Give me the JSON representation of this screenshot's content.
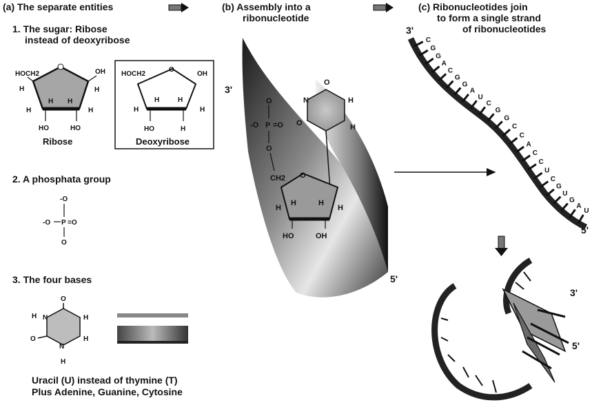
{
  "panels": {
    "a": {
      "heading": "(a) The separate entities"
    },
    "b": {
      "heading_line1": "(b) Assembly into a",
      "heading_line2": "ribonucleotide"
    },
    "c": {
      "heading_line1": "(c) Ribonucleotides join",
      "heading_line2": "to form a single strand",
      "heading_line3": "of ribonucleotides"
    }
  },
  "sections": {
    "sugar": {
      "title_line1": "1. The sugar: Ribose",
      "title_line2": "instead of deoxyribose",
      "ribose_caption": "Ribose",
      "deoxyribose_caption": "Deoxyribose"
    },
    "phosphate": {
      "title": "2. A phosphata group"
    },
    "bases": {
      "title": "3. The four bases",
      "caption_line1": "Uracil (U) instead of thymine (T)",
      "caption_line2": "Plus Adenine, Guanine, Cytosine"
    }
  },
  "ends": {
    "b_top": "3'",
    "b_bottom": "5'",
    "c_top": "3'",
    "c_bottom": "5'",
    "helix_top": "3'",
    "helix_bottom": "5'"
  },
  "atoms": {
    "hoch2": "HOCH2",
    "oh": "OH",
    "ho": "HO",
    "h": "H",
    "o": "O",
    "n": "N",
    "p": "P",
    "ch2": "CH2",
    "minus_o": "-O",
    "equals_o": "=O",
    "o_minus": "O-"
  },
  "strand_sequence": [
    "C",
    "G",
    "G",
    "A",
    "C",
    "G",
    "G",
    "A",
    "U",
    "C",
    "G",
    "G",
    "C",
    "C",
    "A",
    "C",
    "C",
    "U",
    "C",
    "G",
    "U",
    "G",
    "A",
    "U"
  ],
  "colors": {
    "ink": "#111111",
    "shade_dark": "#222222",
    "shade_mid": "#8a8a8a",
    "shade_light": "#d0d0d0",
    "paper": "#ffffff"
  }
}
